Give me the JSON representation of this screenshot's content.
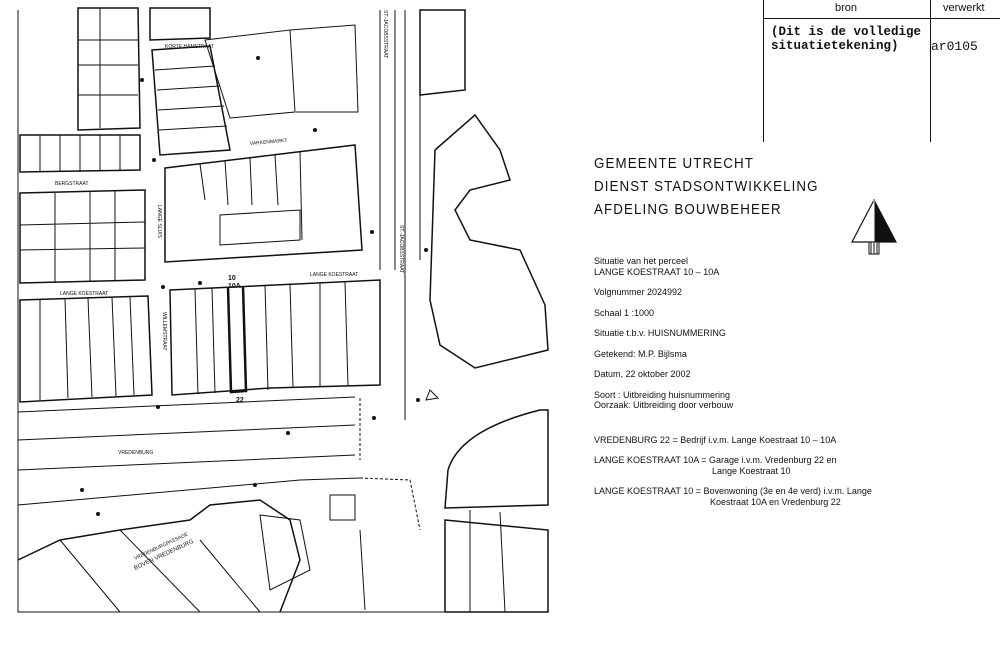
{
  "table": {
    "col_source": "bron",
    "col_processed": "verwerkt",
    "source_value": "(Dit is de volledige situatietekening)",
    "processed_value": "ar0105"
  },
  "header": {
    "line1": "GEMEENTE  UTRECHT",
    "line2": "DIENST STADSONTWIKKELING",
    "line3": "AFDELING BOUWBEHEER"
  },
  "info": {
    "situation_title": "Situatie van het perceel",
    "parcel": "LANGE KOESTRAAT 10 – 10A",
    "sequence": "Volgnummer 2024992",
    "scale": "Schaal 1 :1000",
    "purpose": "Situatie t.b.v. HUISNUMMERING",
    "drawn_by": "Getekend: M.P. Bijlsma",
    "date": "Datum, 22 oktober 2002",
    "type": "Soort : Uitbreiding huisnummering",
    "cause": "Oorzaak: Uitbreiding door verbouw"
  },
  "entries": [
    {
      "line1": "VREDENBURG 22 = Bedrijf i.v.m. Lange Koestraat 10 – 10A",
      "line2": ""
    },
    {
      "line1": "LANGE KOESTRAAT 10A = Garage i.v.m. Vredenburg 22 en",
      "line2": "Lange Koestraat 10"
    },
    {
      "line1": "LANGE KOESTRAAT 10 = Bovenwoning (3e en 4e verd) i.v.m. Lange",
      "line2": "Koestraat 10A en Vredenburg 22"
    }
  ],
  "map": {
    "streets": {
      "korte_hamstraat": "KORTE HAMSTRAAT",
      "varkenmarkt": "VARKENMARKT",
      "bergstraat": "BERGSTRAAT",
      "lange_koestraat": "LANGE KOESTRAAT",
      "lange_koestraat_w": "LANGE KOESTRAAT",
      "willemstraat": "WILLEMSTRAAT",
      "sluis": "LANGE SLUIS",
      "st_jacobsstraat": "ST.-JACOBSSTRAAT",
      "st_jacobsstraat2": "ST.-JACOBSSTRAAT",
      "vredenburg": "VREDENBURG",
      "passage": "VREDENBURGPASSAGE",
      "boven": "BOVEN VREDENBURG"
    },
    "numbers": {
      "n10": "10",
      "n10a": "10A",
      "n22": "22"
    }
  }
}
